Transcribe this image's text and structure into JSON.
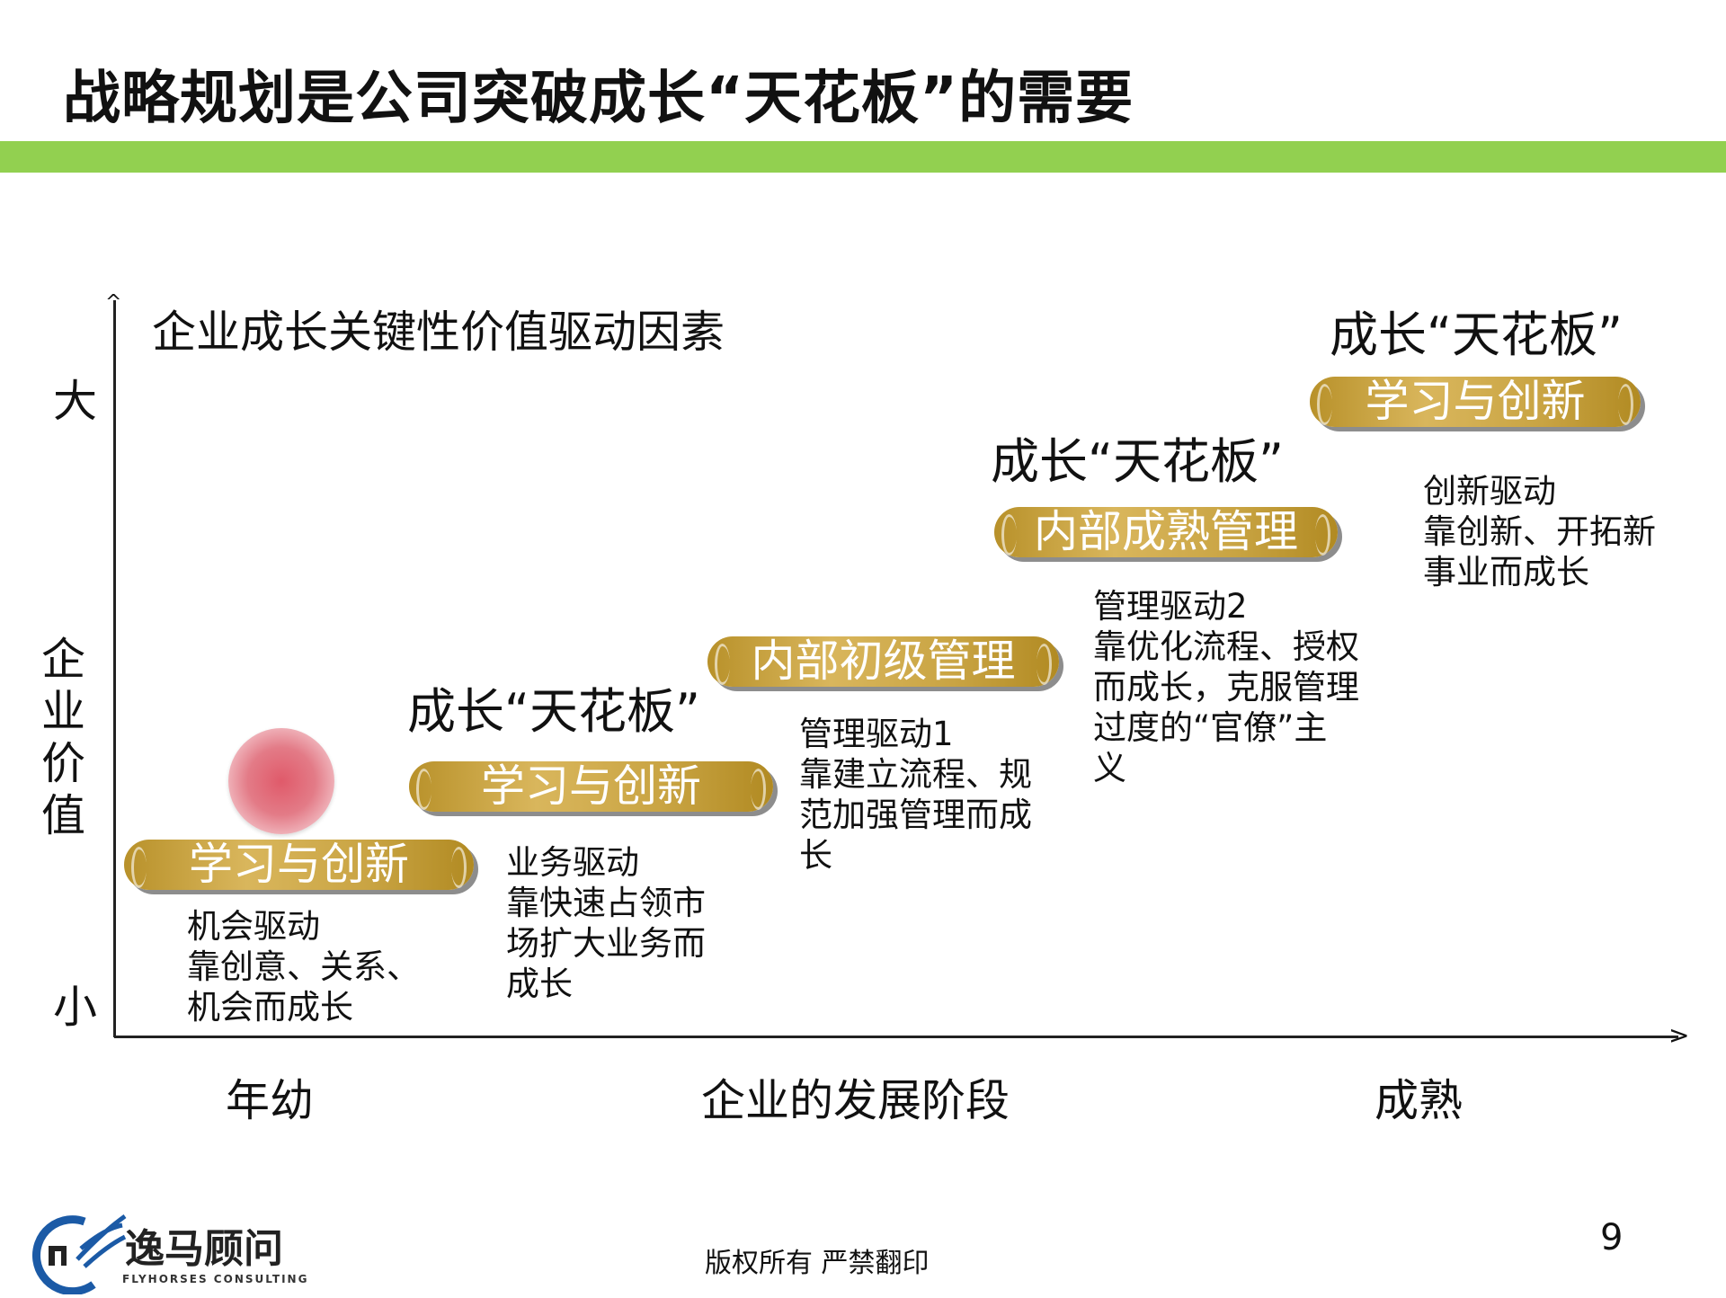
{
  "title": "战略规划是公司突破成长“天花板”的需要",
  "axis": {
    "y_top": "大",
    "y_label": "企业价值",
    "y_bottom": "小",
    "heading": "企业成长关键性价值驱动因素",
    "x_left": "年幼",
    "x_center": "企业的发展阶段",
    "x_right": "成熟"
  },
  "stages": [
    {
      "pill": "学习与创新",
      "desc": "机会驱动\n靠创意、关系、\n机会而成长"
    },
    {
      "ceiling": "成长“天花板”",
      "pill": "学习与创新",
      "desc": "业务驱动\n靠快速占领市\n场扩大业务而\n成长"
    },
    {
      "pill": "内部初级管理",
      "desc": "管理驱动1\n靠建立流程、规\n范加强管理而成\n长"
    },
    {
      "ceiling": "成长“天花板”",
      "pill": "内部成熟管理",
      "desc": "管理驱动2\n靠优化流程、授权\n而成长，克服管理\n过度的“官僚”主\n义"
    },
    {
      "ceiling": "成长“天花板”",
      "pill": "学习与创新",
      "desc": "创新驱动\n靠创新、开拓新\n事业而成长"
    }
  ],
  "footer": {
    "copyright": "版权所有  严禁翻印",
    "page": "9",
    "logo_cn": "逸马顾问",
    "logo_en": "FLYHORSES CONSULTING"
  },
  "colors": {
    "accent_bar": "#92D050",
    "pill": "#C9A443"
  }
}
